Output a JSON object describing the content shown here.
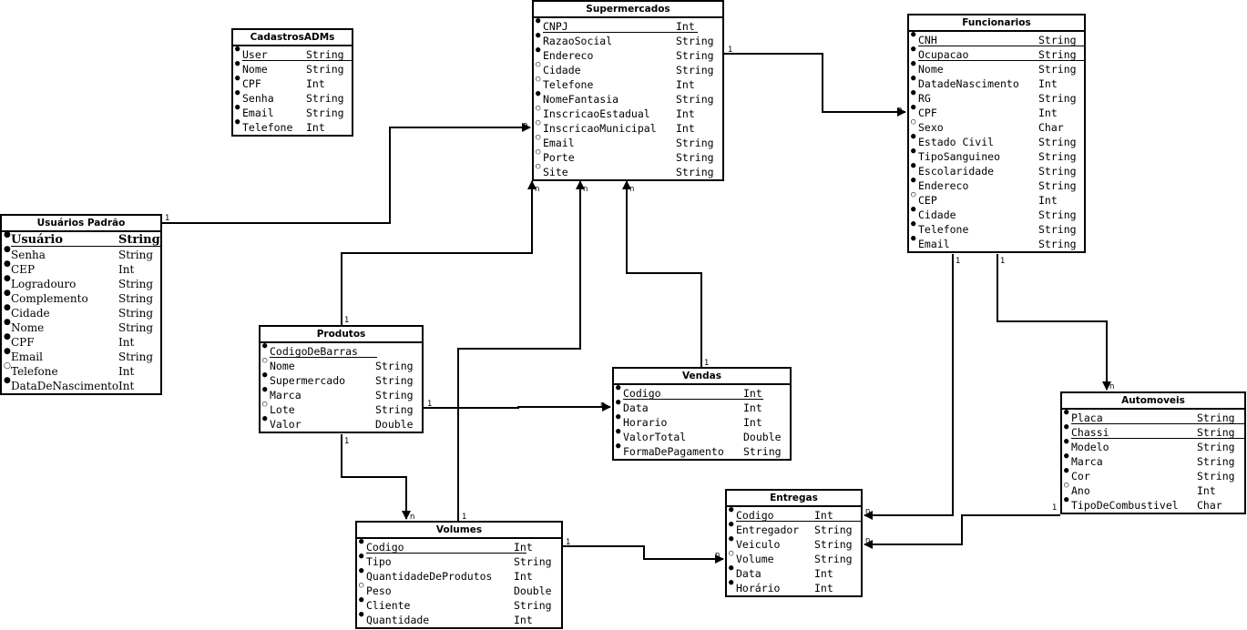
{
  "diagram": {
    "entities": [
      {
        "id": "supermercados",
        "title": "Supermercados",
        "attrs": [
          {
            "mark": "●",
            "name": "CNPJ",
            "type": "Int",
            "pk": true
          },
          {
            "mark": "●",
            "name": "RazaoSocial",
            "type": "String"
          },
          {
            "mark": "●",
            "name": "Endereco",
            "type": "String"
          },
          {
            "mark": "○",
            "name": "Cidade",
            "type": "String"
          },
          {
            "mark": "○",
            "name": "Telefone",
            "type": "Int"
          },
          {
            "mark": "●",
            "name": "NomeFantasia",
            "type": "String"
          },
          {
            "mark": "○",
            "name": "InscricaoEstadual",
            "type": "Int"
          },
          {
            "mark": "○",
            "name": "InscricaoMunicipal",
            "type": "Int"
          },
          {
            "mark": "○",
            "name": "Email",
            "type": "String"
          },
          {
            "mark": "○",
            "name": "Porte",
            "type": "String"
          },
          {
            "mark": "○",
            "name": "Site",
            "type": "String"
          }
        ]
      },
      {
        "id": "funcionarios",
        "title": "Funcionarios",
        "attrs": [
          {
            "mark": "●",
            "name": "CNH",
            "type": "String",
            "pk": true
          },
          {
            "mark": "●",
            "name": "Ocupacao",
            "type": "String",
            "pk": true
          },
          {
            "mark": "●",
            "name": "Nome",
            "type": "String"
          },
          {
            "mark": "●",
            "name": "DatadeNascimento",
            "type": "Int"
          },
          {
            "mark": "●",
            "name": "RG",
            "type": "String"
          },
          {
            "mark": "●",
            "name": "CPF",
            "type": "Int"
          },
          {
            "mark": "○",
            "name": "Sexo",
            "type": "Char"
          },
          {
            "mark": "●",
            "name": "Estado Civil",
            "type": "String"
          },
          {
            "mark": "●",
            "name": "TipoSanguineo",
            "type": "String"
          },
          {
            "mark": "●",
            "name": "Escolaridade",
            "type": "String"
          },
          {
            "mark": "●",
            "name": "Endereco",
            "type": "String"
          },
          {
            "mark": "○",
            "name": "CEP",
            "type": "Int"
          },
          {
            "mark": "●",
            "name": "Cidade",
            "type": "String"
          },
          {
            "mark": "●",
            "name": "Telefone",
            "type": "String"
          },
          {
            "mark": "●",
            "name": "Email",
            "type": "String"
          }
        ]
      },
      {
        "id": "cadastrosadms",
        "title": "CadastrosADMs",
        "attrs": [
          {
            "mark": "●",
            "name": "User",
            "type": "String",
            "pk": true
          },
          {
            "mark": "●",
            "name": "Nome",
            "type": "String"
          },
          {
            "mark": "●",
            "name": "CPF",
            "type": "Int"
          },
          {
            "mark": "●",
            "name": "Senha",
            "type": "String"
          },
          {
            "mark": "●",
            "name": "Email",
            "type": "String"
          },
          {
            "mark": "●",
            "name": "Telefone",
            "type": "Int"
          }
        ]
      },
      {
        "id": "usuarios",
        "title": "Usuários Padrão",
        "serif": true,
        "attrs": [
          {
            "mark": "●",
            "name": "Usuário",
            "type": "String",
            "pk": true
          },
          {
            "mark": "●",
            "name": "Senha",
            "type": "String"
          },
          {
            "mark": "●",
            "name": "CEP",
            "type": "Int"
          },
          {
            "mark": "●",
            "name": "Logradouro",
            "type": "String"
          },
          {
            "mark": "●",
            "name": "Complemento",
            "type": "String"
          },
          {
            "mark": "●",
            "name": "Cidade",
            "type": "String"
          },
          {
            "mark": "●",
            "name": "Nome",
            "type": "String"
          },
          {
            "mark": "●",
            "name": "CPF",
            "type": "Int"
          },
          {
            "mark": "●",
            "name": "Email",
            "type": "String"
          },
          {
            "mark": "○",
            "name": "Telefone",
            "type": "Int"
          },
          {
            "mark": "●",
            "name": "DataDeNascimento",
            "type": "Int"
          }
        ]
      },
      {
        "id": "produtos",
        "title": "Produtos",
        "attrs": [
          {
            "mark": "●",
            "name": "CodigoDeBarras",
            "type": "",
            "pk": true
          },
          {
            "mark": "○",
            "name": "Nome",
            "type": "String"
          },
          {
            "mark": "●",
            "name": "Supermercado",
            "type": "String"
          },
          {
            "mark": "●",
            "name": "Marca",
            "type": "String"
          },
          {
            "mark": "○",
            "name": "Lote",
            "type": "String"
          },
          {
            "mark": "●",
            "name": "Valor",
            "type": "Double"
          }
        ]
      },
      {
        "id": "vendas",
        "title": "Vendas",
        "attrs": [
          {
            "mark": "●",
            "name": "Codigo",
            "type": "Int",
            "pk": true
          },
          {
            "mark": "●",
            "name": "Data",
            "type": "Int"
          },
          {
            "mark": "●",
            "name": "Horario",
            "type": "Int"
          },
          {
            "mark": "●",
            "name": "ValorTotal",
            "type": "Double"
          },
          {
            "mark": "●",
            "name": "FormaDePagamento",
            "type": "String"
          }
        ]
      },
      {
        "id": "automoveis",
        "title": "Automoveis",
        "attrs": [
          {
            "mark": "●",
            "name": "Placa",
            "type": "String",
            "pk": true
          },
          {
            "mark": "●",
            "name": "Chassi",
            "type": "String",
            "pk": true
          },
          {
            "mark": "●",
            "name": "Modelo",
            "type": "String"
          },
          {
            "mark": "●",
            "name": "Marca",
            "type": "String"
          },
          {
            "mark": "●",
            "name": "Cor",
            "type": "String"
          },
          {
            "mark": "○",
            "name": "Ano",
            "type": "Int"
          },
          {
            "mark": "●",
            "name": "TipoDeCombustivel",
            "type": "Char"
          }
        ]
      },
      {
        "id": "entregas",
        "title": "Entregas",
        "attrs": [
          {
            "mark": "●",
            "name": "Codigo",
            "type": "Int",
            "pk": true
          },
          {
            "mark": "●",
            "name": "Entregador",
            "type": "String"
          },
          {
            "mark": "●",
            "name": "Veiculo",
            "type": "String"
          },
          {
            "mark": "○",
            "name": "Volume",
            "type": "String"
          },
          {
            "mark": "●",
            "name": "Data",
            "type": "Int"
          },
          {
            "mark": "●",
            "name": "Horário",
            "type": "Int"
          }
        ]
      },
      {
        "id": "volumes",
        "title": "Volumes",
        "attrs": [
          {
            "mark": "●",
            "name": "Codigo",
            "type": "Int",
            "pk": true
          },
          {
            "mark": "●",
            "name": "Tipo",
            "type": "String"
          },
          {
            "mark": "●",
            "name": "QuantidadeDeProdutos",
            "type": "Int"
          },
          {
            "mark": "○",
            "name": "Peso",
            "type": "Double"
          },
          {
            "mark": "●",
            "name": "Cliente",
            "type": "String"
          },
          {
            "mark": "●",
            "name": "Quantidade",
            "type": "Int"
          }
        ]
      }
    ],
    "relationships": [
      {
        "id": "supermercados-funcionarios",
        "from": "supermercados",
        "to": "funcionarios",
        "from_card": "1",
        "to_card": "n"
      },
      {
        "id": "usuarios-supermercados",
        "from": "usuarios",
        "to": "supermercados",
        "from_card": "1",
        "to_card": "n"
      },
      {
        "id": "produtos-supermercados",
        "from": "produtos",
        "to": "supermercados",
        "from_card": "1",
        "to_card": "n"
      },
      {
        "id": "volumes-supermercados",
        "from": "volumes",
        "to": "supermercados",
        "from_card": "1",
        "to_card": "n"
      },
      {
        "id": "vendas-supermercados",
        "from": "vendas",
        "to": "supermercados",
        "from_card": "1",
        "to_card": "n"
      },
      {
        "id": "produtos-vendas",
        "from": "produtos",
        "to": "vendas",
        "from_card": "1",
        "to_card": "n"
      },
      {
        "id": "produtos-volumes",
        "from": "produtos",
        "to": "volumes",
        "from_card": "1",
        "to_card": "n"
      },
      {
        "id": "volumes-entregas",
        "from": "volumes",
        "to": "entregas",
        "from_card": "1",
        "to_card": "n"
      },
      {
        "id": "funcionarios-entregas",
        "from": "funcionarios",
        "to": "entregas",
        "from_card": "1",
        "to_card": "n"
      },
      {
        "id": "funcionarios-automoveis",
        "from": "funcionarios",
        "to": "automoveis",
        "from_card": "1",
        "to_card": "n"
      },
      {
        "id": "automoveis-entregas",
        "from": "automoveis",
        "to": "entregas",
        "from_card": "1",
        "to_card": "n"
      }
    ]
  }
}
